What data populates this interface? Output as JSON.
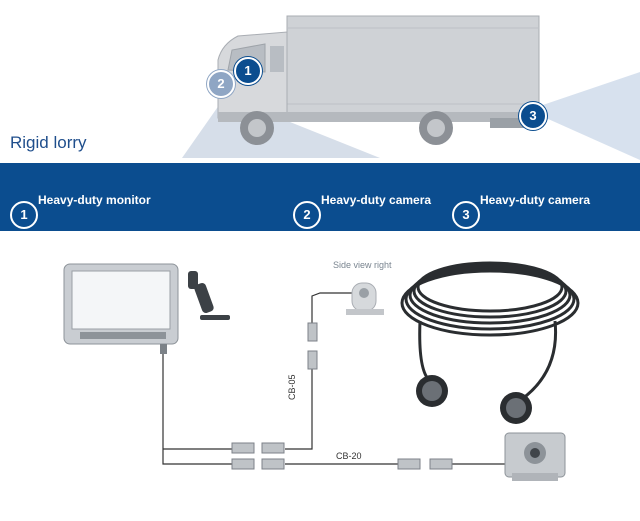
{
  "title": "Rigid lorry",
  "markers": [
    "1",
    "2",
    "3"
  ],
  "items": [
    {
      "num": "1",
      "label": "Heavy-duty monitor"
    },
    {
      "num": "2",
      "label": "Heavy-duty camera"
    },
    {
      "num": "3",
      "label": "Heavy-duty camera"
    }
  ],
  "side_view_label": "Side view right",
  "cable_labels": {
    "cb05": "CB-05",
    "cb20": "CB-20"
  },
  "colors": {
    "brand_blue": "#0b4d8f",
    "truck_gray": "#cfd2d6"
  }
}
